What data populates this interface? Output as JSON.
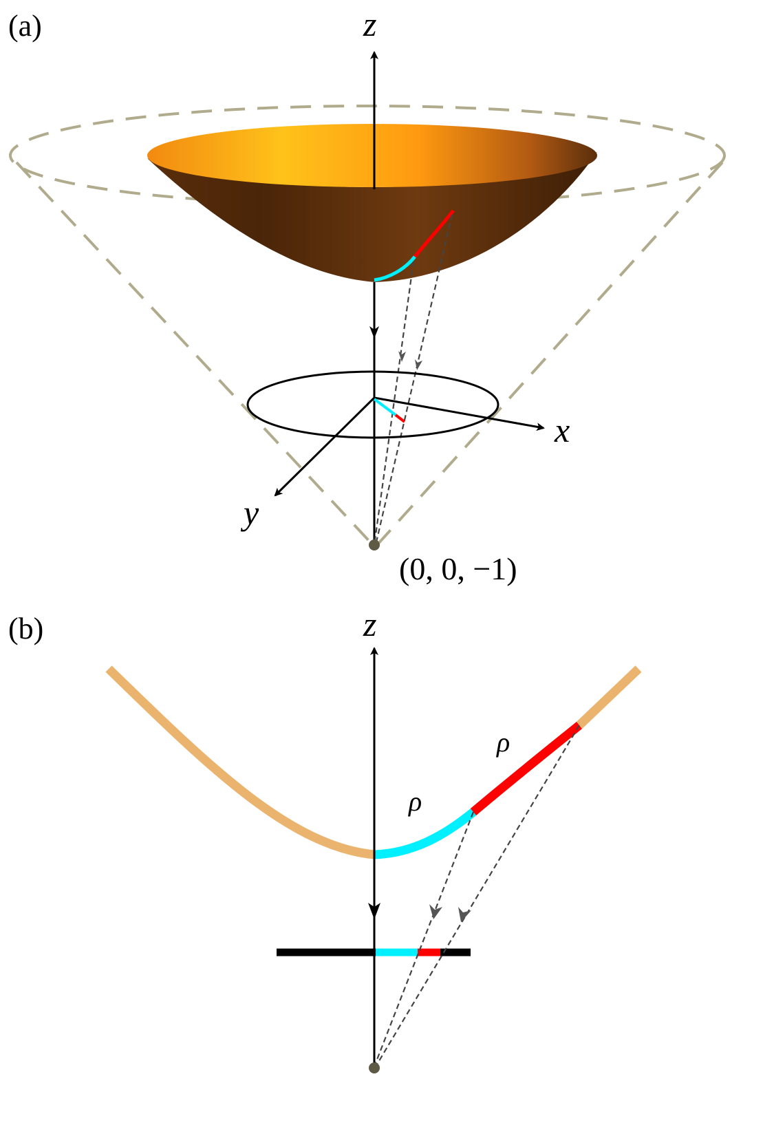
{
  "panel_a": {
    "label": "(a)",
    "axis_z": "z",
    "axis_x": "x",
    "axis_y": "y",
    "point_label": "(0, 0, −1)"
  },
  "panel_b": {
    "label": "(b)",
    "axis_z": "z",
    "segment_labels": [
      "ρ",
      "ρ"
    ]
  },
  "colors": {
    "cone_dashed": "#b0ab8c",
    "bowl_outer": "#6b3a12",
    "bowl_inner_light": "#ffc21a",
    "bowl_inner_mid": "#ff9a10",
    "hyperbola": "#ebb46e",
    "segment_cyan": "#00f0ff",
    "segment_red": "#ff0000",
    "projection_lines": "#444444",
    "axes": "#000000",
    "point": "#5e5a44"
  }
}
